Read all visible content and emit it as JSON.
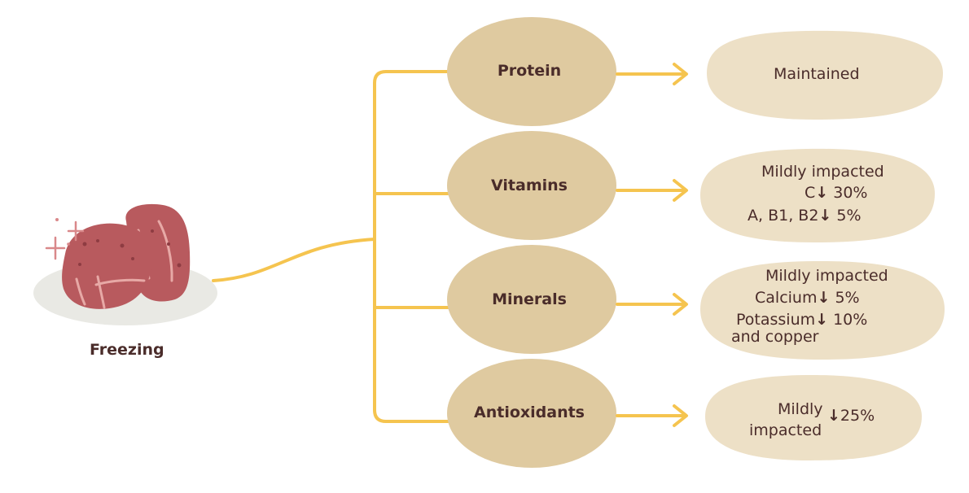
{
  "source": {
    "label": "Freezing",
    "icon": "frozen-meat-icon"
  },
  "colors": {
    "connector": "#f5c44f",
    "category_fill": "#dfcaa0",
    "result_fill": "#ede0c6",
    "text": "#4a2c2a",
    "meat": "#b85a5e",
    "plate": "#e9e9e4"
  },
  "down_arrow": "↓",
  "categories": [
    {
      "label": "Protein",
      "result": {
        "lines": [
          "Maintained"
        ]
      }
    },
    {
      "label": "Vitamins",
      "result": {
        "summary": "Mildly impacted",
        "items": [
          {
            "name": "C",
            "value": "30%"
          },
          {
            "name": "A, B1, B2",
            "value": "5%"
          }
        ]
      }
    },
    {
      "label": "Minerals",
      "result": {
        "summary": "Mildly impacted",
        "items": [
          {
            "name": "Calcium",
            "value": "5%"
          },
          {
            "name": "Potassium",
            "value": "10%",
            "continuation": "and copper"
          }
        ]
      }
    },
    {
      "label": "Antioxidants",
      "result": {
        "summary_line1": "Mildly",
        "summary_line2": "impacted",
        "value": "25%"
      }
    }
  ]
}
